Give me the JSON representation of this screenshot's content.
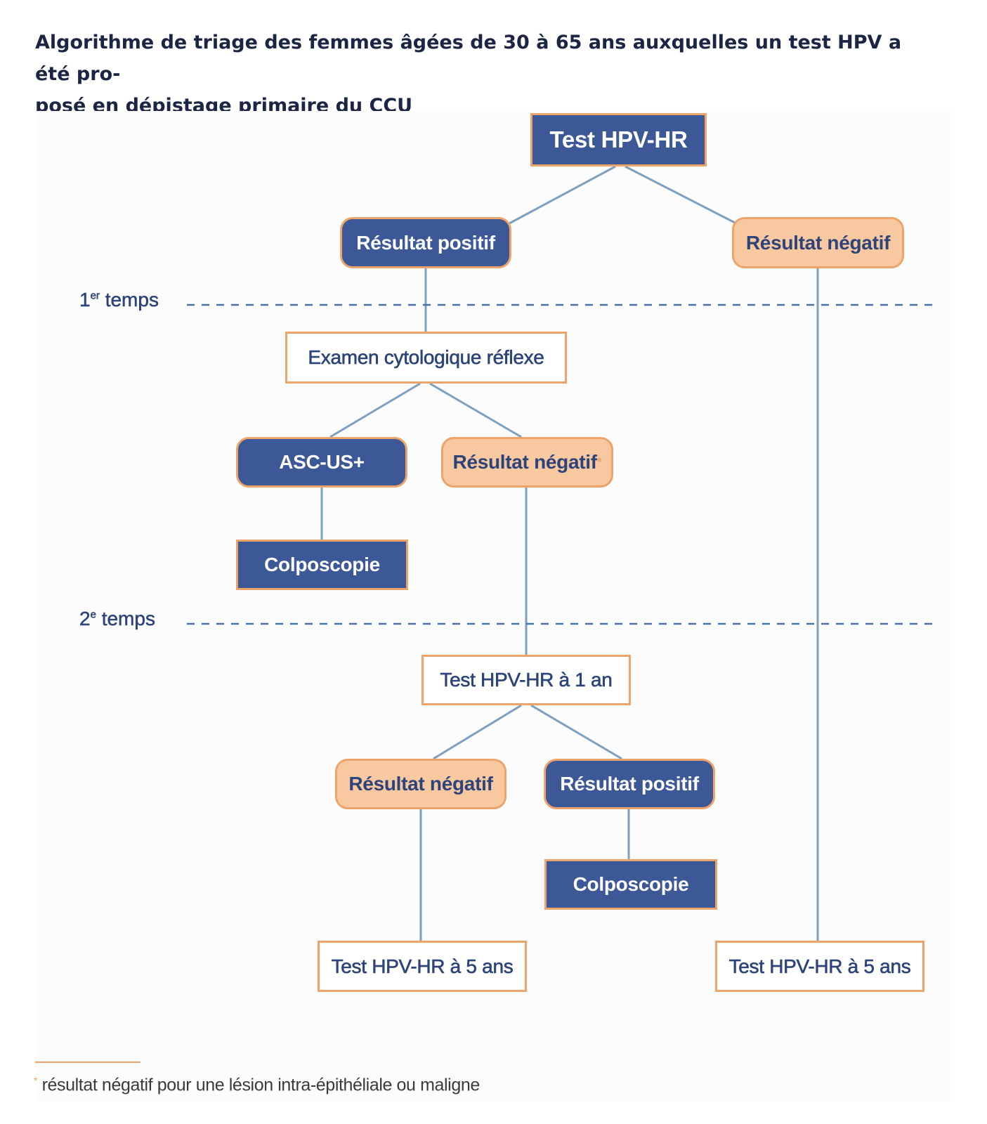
{
  "title": "Algorithme de triage des femmes âgées de 30 à 65 ans auxquelles un test HPV a été pro-posé en dépistage primaire du CCU",
  "title_lines": [
    "Algorithme de triage des femmes âgées de 30 à 65 ans auxquelles un test HPV a été pro-",
    "posé en dépistage primaire du CCU"
  ],
  "phases": {
    "first_main": "1",
    "first_sup": "er",
    "first_rest": " temps",
    "second_main": "2",
    "second_sup": "e",
    "second_rest": " temps"
  },
  "nodes": {
    "root": "Test HPV-HR",
    "positive_1": "Résultat positif",
    "negative_1": "Résultat négatif",
    "cytology": "Examen cytologique réflexe",
    "ascus": "ASC-US+",
    "negative_cyto": "Résultat négatif",
    "negative_cyto_mark": "*",
    "colpo_1": "Colposcopie",
    "test_1yr": "Test HPV-HR à 1 an",
    "negative_2": "Résultat négatif",
    "positive_2": "Résultat positif",
    "colpo_2": "Colposcopie",
    "test_5yr_a": "Test HPV-HR à 5 ans",
    "test_5yr_b": "Test HPV-HR à 5 ans"
  },
  "footnote": {
    "mark": "*",
    "text": " résultat négatif pour une lésion intra-épithéliale ou maligne"
  },
  "colors": {
    "blue_fill": "#3d5896",
    "orange_border": "#eda46a",
    "orange_fill": "#f8c8a0",
    "text_navy": "#2c4479",
    "connector": "#7d9fc0",
    "dash": "#4a72a6"
  }
}
